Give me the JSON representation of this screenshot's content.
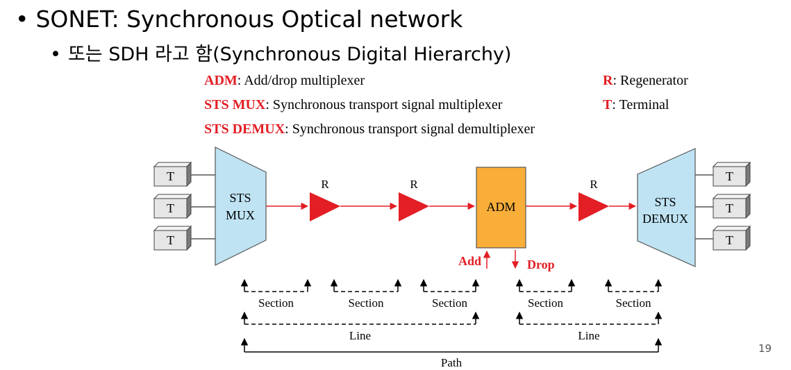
{
  "slide": {
    "bullet1": "SONET: Synchronous Optical network",
    "bullet2": "또는 SDH 라고 함(Synchronous Digital Hierarchy)",
    "page_number": "19"
  },
  "legend": {
    "adm_abbr": "ADM",
    "adm_desc": ": Add/drop multiplexer",
    "mux_abbr": "STS MUX",
    "mux_desc": ": Synchronous transport signal multiplexer",
    "demux_abbr": "STS DEMUX",
    "demux_desc": ": Synchronous transport signal demultiplexer",
    "r_abbr": "R",
    "r_desc": ": Regenerator",
    "t_abbr": "T",
    "t_desc": ": Terminal"
  },
  "diagram": {
    "terminal_label": "T",
    "mux_line1": "STS",
    "mux_line2": "MUX",
    "demux_line1": "STS",
    "demux_line2": "DEMUX",
    "regen_label": "R",
    "adm_label": "ADM",
    "add_label": "Add",
    "drop_label": "Drop",
    "section_label": "Section",
    "line_label": "Line",
    "path_label": "Path"
  },
  "colors": {
    "signal": "#e31e24",
    "mux_fill": "#bfe3f3",
    "adm_fill": "#f9ae3a",
    "terminal_fill": "#e6e6e6"
  }
}
